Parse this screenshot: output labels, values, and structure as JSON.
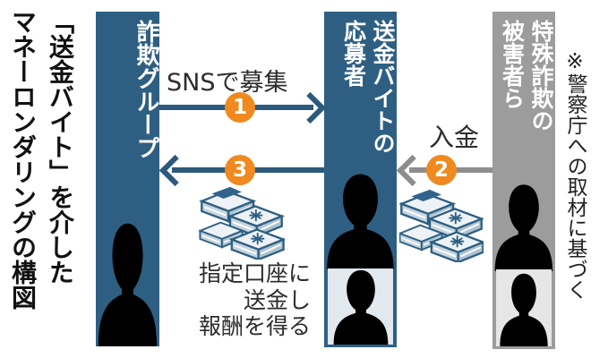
{
  "title": "「送金バイト」を介した\nマネーロンダリングの構図",
  "source_note": "※警察庁への取材に基づく",
  "columns": [
    {
      "id": "fraud-group",
      "label": "詐欺グループ"
    },
    {
      "id": "remittance-applicants",
      "label": "送金バイトの\n応募者"
    },
    {
      "id": "fraud-victims",
      "label": "特殊詐欺の\n被害者ら"
    }
  ],
  "flows": [
    {
      "step": "1",
      "label": "SNSで募集",
      "from": "fraud-group",
      "to": "remittance-applicants",
      "direction": "right"
    },
    {
      "step": "2",
      "label": "入金",
      "from": "fraud-victims",
      "to": "remittance-applicants",
      "direction": "left"
    },
    {
      "step": "3",
      "label": "指定口座に\n送金し\n報酬を得る",
      "from": "remittance-applicants",
      "to": "fraud-group",
      "direction": "left"
    }
  ],
  "colors": {
    "column_blue": "#2e5f82",
    "column_gray": "#9c9c9c",
    "badge_orange": "#f0891f",
    "arrow_blue": "#2c5a7c",
    "arrow_gray": "#8d8d8d",
    "silhouette_light_blue": "#dde5eb",
    "silhouette_light_gray": "#e0e0e0",
    "silhouette_dark_gray": "#8f8f8f"
  }
}
